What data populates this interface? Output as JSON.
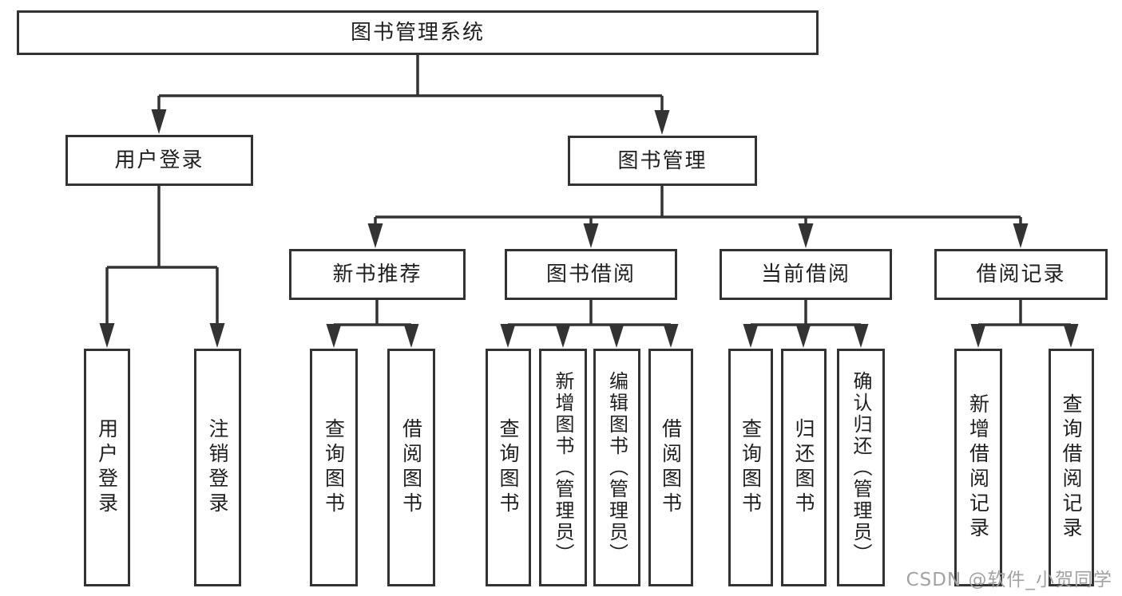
{
  "tree": {
    "label": "图书管理系统",
    "children": [
      {
        "label": "用户登录",
        "children": [
          {
            "label": "用户登录"
          },
          {
            "label": "注销登录"
          }
        ]
      },
      {
        "label": "图书管理",
        "children": [
          {
            "label": "新书推荐",
            "children": [
              {
                "label": "查询图书"
              },
              {
                "label": "借阅图书"
              }
            ]
          },
          {
            "label": "图书借阅",
            "children": [
              {
                "label": "查询图书"
              },
              {
                "label": "新增图书（管理员）"
              },
              {
                "label": "编辑图书（管理员）"
              },
              {
                "label": "借阅图书"
              }
            ]
          },
          {
            "label": "当前借阅",
            "children": [
              {
                "label": "查询图书"
              },
              {
                "label": "归还图书"
              },
              {
                "label": "确认归还（管理员）"
              }
            ]
          },
          {
            "label": "借阅记录",
            "children": [
              {
                "label": "新增借阅记录"
              },
              {
                "label": "查询借阅记录"
              }
            ]
          }
        ]
      }
    ]
  },
  "watermark": {
    "text": "CSDN @软件_小贺同学"
  },
  "colors": {
    "line": "#333333",
    "text": "#1f1f1f",
    "watermark": "#a2a2a2",
    "background": "#ffffff"
  }
}
